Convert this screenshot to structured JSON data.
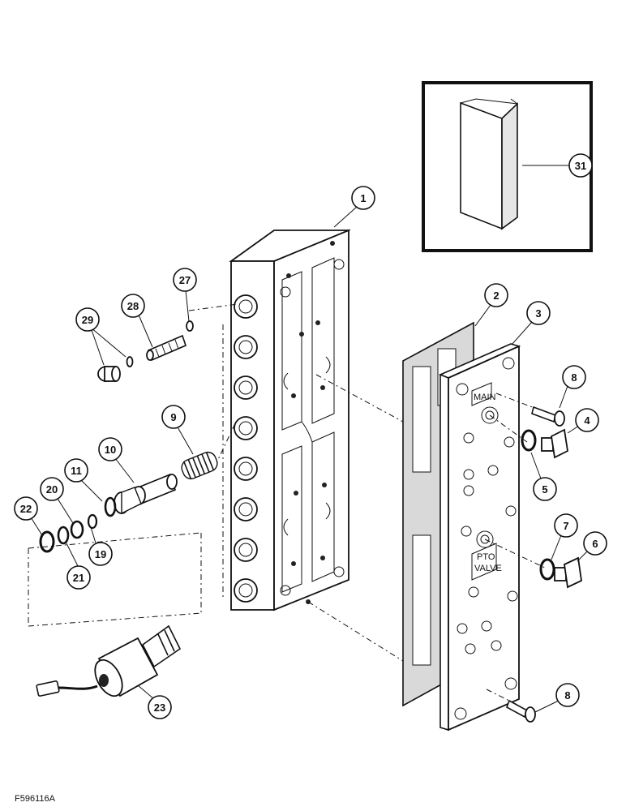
{
  "figure": {
    "code": "F596116A",
    "callouts": [
      {
        "id": "c1",
        "label": "1",
        "name": "valve-body"
      },
      {
        "id": "c2",
        "label": "2",
        "name": "gasket"
      },
      {
        "id": "c3",
        "label": "3",
        "name": "plate"
      },
      {
        "id": "c4",
        "label": "4",
        "name": "plug-large"
      },
      {
        "id": "c5",
        "label": "5",
        "name": "o-ring"
      },
      {
        "id": "c6",
        "label": "6",
        "name": "plug-large-lower"
      },
      {
        "id": "c7",
        "label": "7",
        "name": "o-ring-lower"
      },
      {
        "id": "c8a",
        "label": "8",
        "name": "bolt-upper"
      },
      {
        "id": "c8b",
        "label": "8",
        "name": "bolt-lower"
      },
      {
        "id": "c9",
        "label": "9",
        "name": "spring"
      },
      {
        "id": "c10",
        "label": "10",
        "name": "spool"
      },
      {
        "id": "c11",
        "label": "11",
        "name": "ring-11"
      },
      {
        "id": "c19",
        "label": "19",
        "name": "ring-19"
      },
      {
        "id": "c20",
        "label": "20",
        "name": "ring-20"
      },
      {
        "id": "c21",
        "label": "21",
        "name": "ring-21"
      },
      {
        "id": "c22",
        "label": "22",
        "name": "ring-22"
      },
      {
        "id": "c23",
        "label": "23",
        "name": "solenoid"
      },
      {
        "id": "c27",
        "label": "27",
        "name": "ring-27"
      },
      {
        "id": "c28",
        "label": "28",
        "name": "screen"
      },
      {
        "id": "c29",
        "label": "29",
        "name": "plug-small"
      },
      {
        "id": "c31",
        "label": "31",
        "name": "cover-inset"
      }
    ],
    "plate_labels": {
      "main": "MAIN",
      "pto_line1": "PTO",
      "pto_line2": "VALVE"
    }
  }
}
